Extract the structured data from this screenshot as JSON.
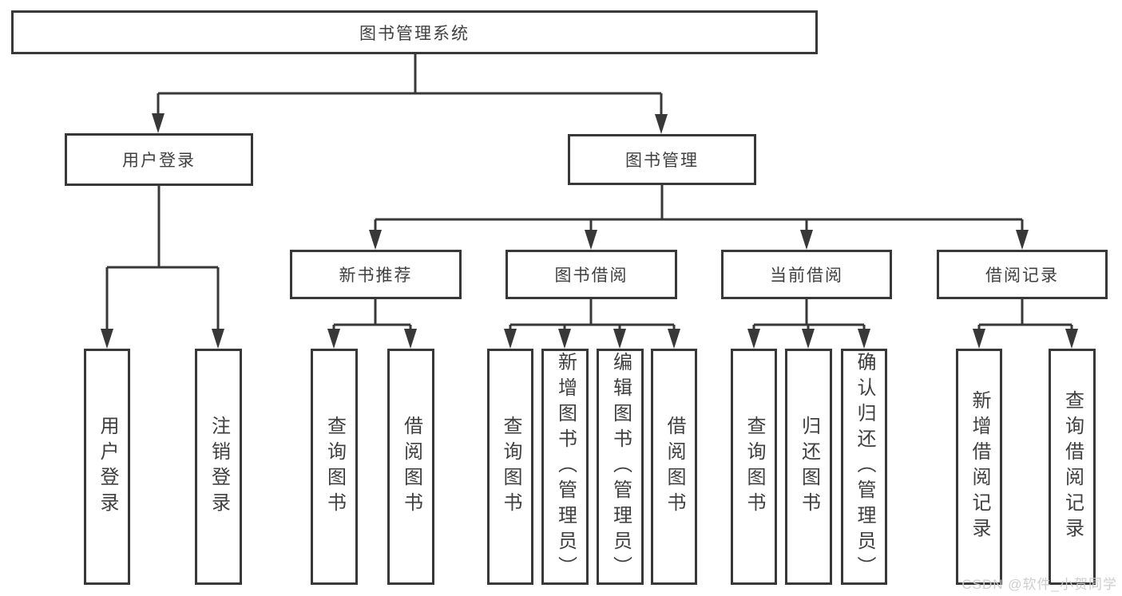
{
  "diagram": {
    "root": {
      "label": "图书管理系统"
    },
    "level2": [
      {
        "label": "用户登录"
      },
      {
        "label": "图书管理"
      }
    ],
    "level3": [
      {
        "label": "新书推荐"
      },
      {
        "label": "图书借阅"
      },
      {
        "label": "当前借阅"
      },
      {
        "label": "借阅记录"
      }
    ],
    "leaves": {
      "user_login": [
        {
          "label": "用户登录"
        },
        {
          "label": "注销登录"
        }
      ],
      "new_book": [
        {
          "label": "查询图书"
        },
        {
          "label": "借阅图书"
        }
      ],
      "borrow": [
        {
          "label": "查询图书"
        },
        {
          "label": "新增图书（管理员）"
        },
        {
          "label": "编辑图书（管理员）"
        },
        {
          "label": "借阅图书"
        }
      ],
      "current": [
        {
          "label": "查询图书"
        },
        {
          "label": "归还图书"
        },
        {
          "label": "确认归还（管理员）"
        }
      ],
      "records": [
        {
          "label": "新增借阅记录"
        },
        {
          "label": "查询借阅记录"
        }
      ]
    },
    "watermark": "CSDN @软件_小贺同学",
    "colors": {
      "line": "#383838",
      "text": "#3f3f3f",
      "background": "#ffffff",
      "watermark": "#cbcbcb"
    }
  }
}
